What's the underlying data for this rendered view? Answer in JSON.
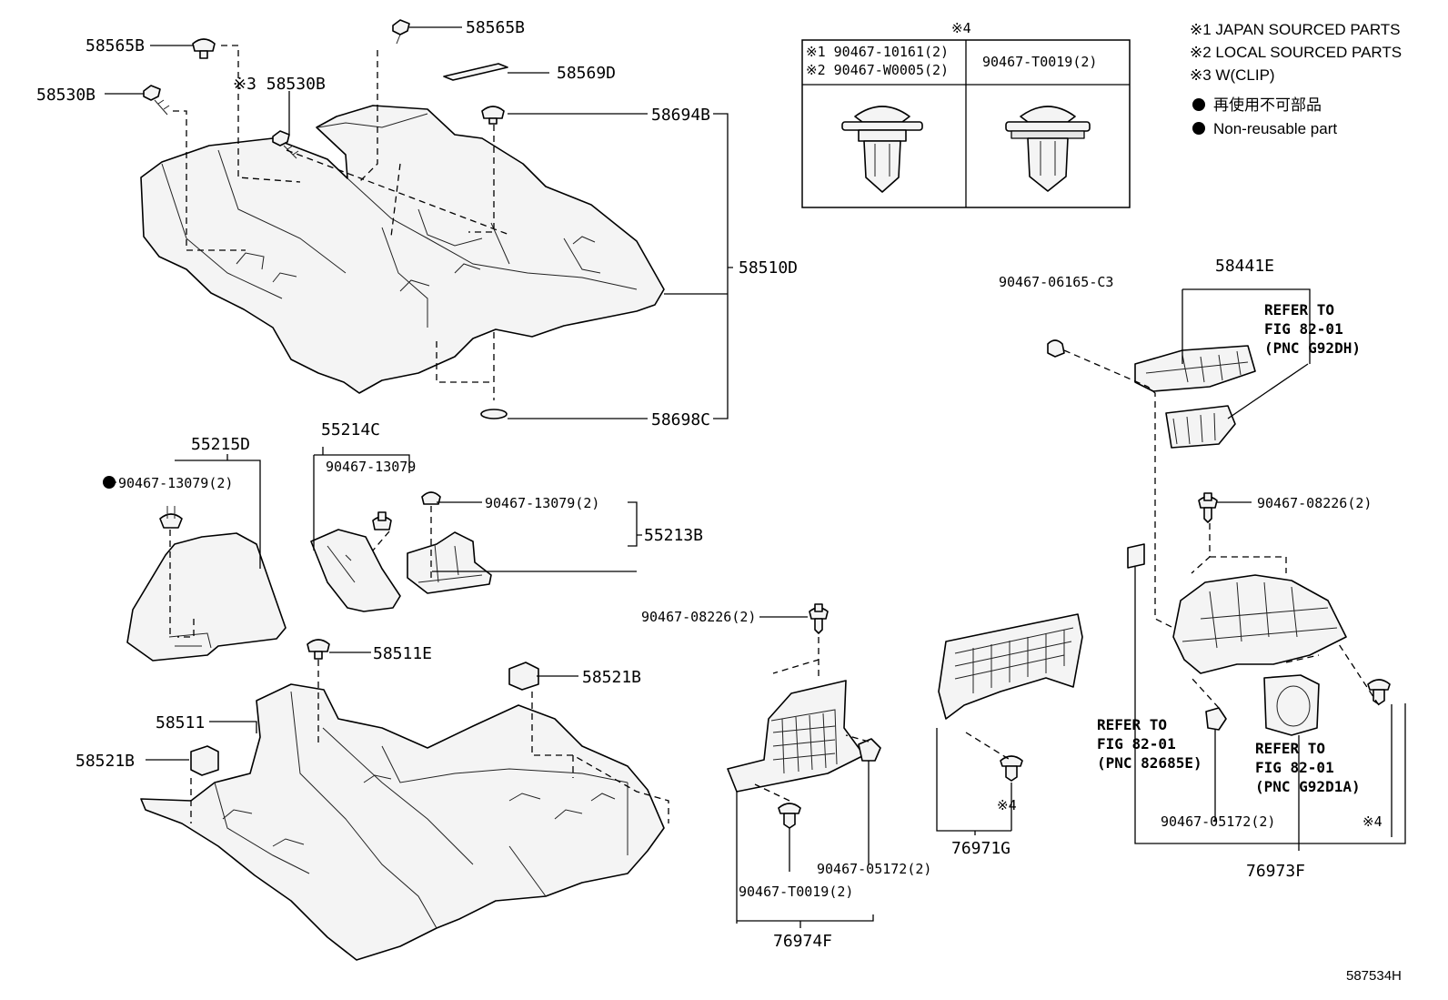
{
  "legend": {
    "l1": "※1 JAPAN SOURCED PARTS",
    "l2": "※2 LOCAL SOURCED PARTS",
    "l3": "※3 W(CLIP)",
    "l4": "再使用不可部品",
    "l5": "Non-reusable part"
  },
  "clip_table": {
    "mark": "※4",
    "cell1_line1": "※1 90467-10161(2)",
    "cell1_line2": "※2 90467-W0005(2)",
    "cell2": "90467-T0019(2)"
  },
  "labels": {
    "p58565B_a": "58565B",
    "p58565B_b": "58565B",
    "p58530B_a": "58530B",
    "p58530B_b": "※3 58530B",
    "p58569D": "58569D",
    "p58694B": "58694B",
    "p58510D": "58510D",
    "p58698C": "58698C",
    "p55215D": "55215D",
    "p90467_13079_a": "90467-13079(2)",
    "p55214C": "55214C",
    "p90467_13079_b": "90467-13079",
    "p90467_13079_c": "90467-13079(2)",
    "p55213B": "55213B",
    "p58511E": "58511E",
    "p58521B_a": "58521B",
    "p58511": "58511",
    "p58521B_b": "58521B",
    "p90467_08226_a": "90467-08226(2)",
    "p90467_05172_a": "90467-05172(2)",
    "p90467_T0019": "90467-T0019(2)",
    "p76974F": "76974F",
    "p76971G": "76971G",
    "mark4_a": "※4",
    "p90467_06165": "90467-06165-C3",
    "p58441E": "58441E",
    "p90467_08226_b": "90467-08226(2)",
    "p90467_05172_b": "90467-05172(2)",
    "mark4_b": "※4",
    "p76973F": "76973F",
    "ref1_l1": "REFER TO",
    "ref1_l2": "FIG 82-01",
    "ref1_l3": "(PNC G92DH)",
    "ref2_l1": "REFER TO",
    "ref2_l2": "FIG 82-01",
    "ref2_l3": "(PNC 82685E)",
    "ref3_l1": "REFER TO",
    "ref3_l2": "FIG 82-01",
    "ref3_l3": "(PNC G92D1A)",
    "diagram_code": "587534H"
  }
}
